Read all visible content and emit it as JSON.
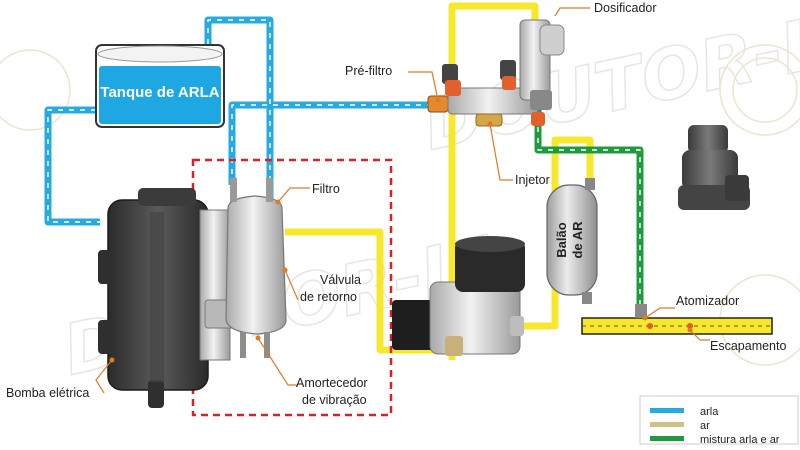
{
  "labels": {
    "tank": "Tanque de ARLA",
    "prefilter": "Pré-filtro",
    "dosing": "Dosificador",
    "injector": "Injetor",
    "filter": "Filtro",
    "return_valve_line1": "Válvula",
    "return_valve_line2": "de retorno",
    "damper_line1": "Amortecedor",
    "damper_line2": "de vibração",
    "pump": "Bomba elétrica",
    "air_tank_line1": "Balão",
    "air_tank_line2": "de AR",
    "atomizer": "Atomizador",
    "exhaust": "Escapamento"
  },
  "legend": {
    "items": [
      {
        "label": "arla",
        "color": "#27a9e1"
      },
      {
        "label": "ar",
        "color": "#cfc187"
      },
      {
        "label": "mistura arla e ar",
        "color": "#1f9a3e"
      }
    ]
  },
  "colors": {
    "arla_line": "#27a9e1",
    "air_line": "#f7e82c",
    "mix_line": "#1f9a3e",
    "tank_fill": "#1ea7e3",
    "dashed_box": "#d92027",
    "label_leader": "#e07b24"
  },
  "watermark": "DOUTOR-IE"
}
